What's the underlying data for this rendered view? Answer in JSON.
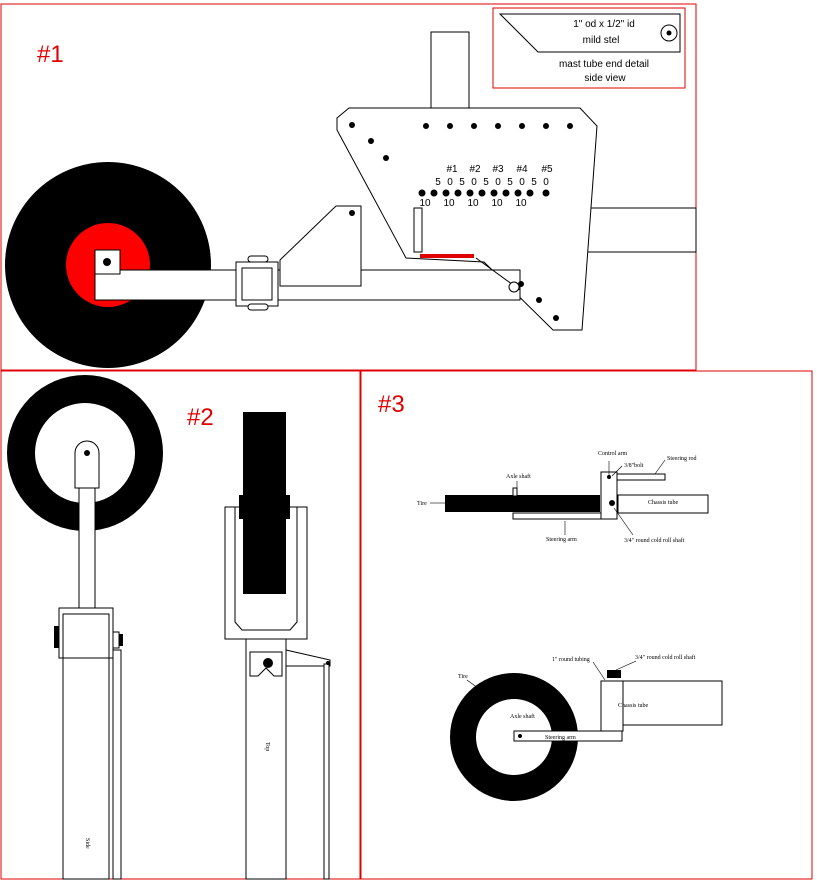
{
  "panel1": {
    "label": "#1",
    "detail": {
      "line1": "1\" od x 1/2\" id",
      "line2": "mild stel",
      "caption1": "mast tube end detail",
      "caption2": "side view"
    },
    "hole_labels": [
      "#1",
      "#2",
      "#3",
      "#4",
      "#5"
    ],
    "row5": [
      "5",
      "0",
      "5",
      "0",
      "5",
      "0",
      "5",
      "0",
      "5",
      "0"
    ],
    "row10": [
      "10",
      "10",
      "10",
      "10",
      "10"
    ]
  },
  "panel2": {
    "label": "#2",
    "side_label": "Side",
    "top_label": "Top"
  },
  "panel3": {
    "label": "#3",
    "top_view": {
      "tire": "Tire",
      "axle_shaft": "Axle shaft",
      "control_arm": "Control arm",
      "bolt": "3/8\"bolt",
      "steering_rod": "Steering rod",
      "chassis_tube": "Chassis tube",
      "steering_arm": "Steering arm",
      "cold_roll": "3/4\" round cold roll shaft"
    },
    "side_view": {
      "round_tubing": "1\" round tubing",
      "cold_roll": "3/4\" round cold roll shaft",
      "tire": "Tire",
      "chassis_tube": "Chassis tube",
      "axle_shaft": "Axle shaft",
      "steering_arm": "Steering arm"
    }
  },
  "colors": {
    "frame": "#e00000",
    "wheel": "#000000",
    "hub": "#ff0000"
  }
}
